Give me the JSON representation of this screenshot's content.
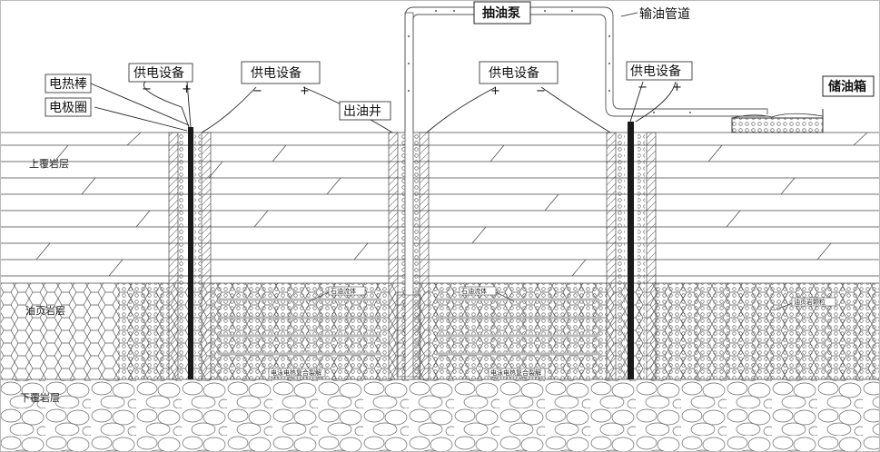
{
  "labels": {
    "heating_rod": "电热棒",
    "electrode_ring": "电极圈",
    "power_supply_1": "供电设备",
    "power_supply_2": "供电设备",
    "power_supply_3": "供电设备",
    "power_supply_4": "供电设备",
    "production_well": "出油井",
    "oil_pump": "抽油泵",
    "oil_pipeline": "输油管道",
    "oil_tank": "储油箱"
  },
  "polarity": {
    "minus": "−",
    "plus": "+"
  },
  "layers": {
    "overburden": "上覆岩层",
    "oil_shale": "油页岩层",
    "underburden": "下覆岩层"
  },
  "annotations": {
    "oil_fluid_1": "石油流体",
    "oil_fluid_2": "石油流体",
    "composite_1": "电泳电热复合裂解",
    "composite_2": "电泳电热复合裂解",
    "shale_right": "油页岩颗粒"
  }
}
